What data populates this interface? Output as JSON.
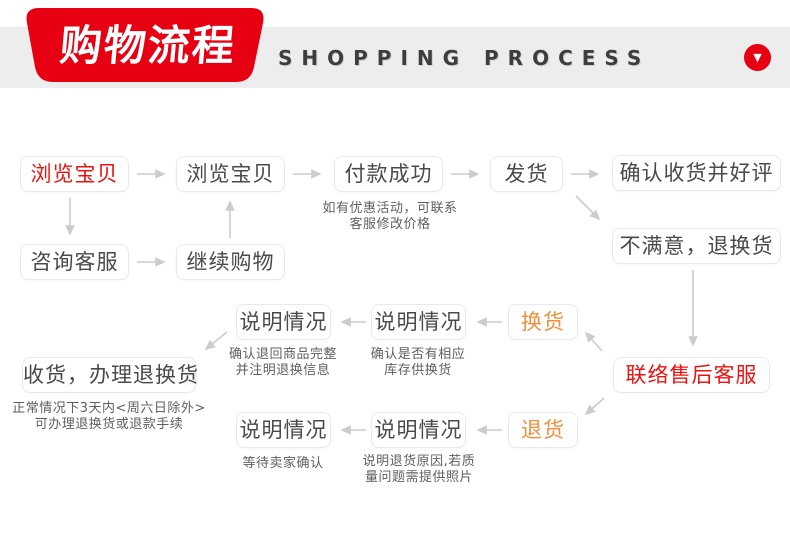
{
  "header": {
    "title": "购物流程",
    "subtitle": "SHOPPING PROCESS",
    "badge_icon": "▼"
  },
  "colors": {
    "brand_red": "#e60012",
    "emphasis_red": "#ed1111",
    "accent_orange": "#f0903f",
    "arrow_gray": "#cccccc",
    "header_bar_gray": "#ededed",
    "box_border": "#e9e9e9",
    "box_text": "#4a4a4a",
    "note_text": "#5f5f5f"
  },
  "flow": {
    "boxes": [
      {
        "label": "浏览宝贝",
        "emphasis": "red"
      },
      {
        "label": "浏览宝贝",
        "emphasis": "none"
      },
      {
        "label": "付款成功",
        "emphasis": "none"
      },
      {
        "label": "发货",
        "emphasis": "none"
      },
      {
        "label": "确认收货并好评",
        "emphasis": "none"
      },
      {
        "label": "咨询客服",
        "emphasis": "none"
      },
      {
        "label": "继续购物",
        "emphasis": "none"
      },
      {
        "label": "不满意，退换货",
        "emphasis": "none"
      },
      {
        "label": "联络售后客服",
        "emphasis": "red"
      },
      {
        "label": "说明情况",
        "emphasis": "none"
      },
      {
        "label": "说明情况",
        "emphasis": "none"
      },
      {
        "label": "换货",
        "emphasis": "orange"
      },
      {
        "label": "收货，办理退换货",
        "emphasis": "none"
      },
      {
        "label": "说明情况",
        "emphasis": "none"
      },
      {
        "label": "说明情况",
        "emphasis": "none"
      },
      {
        "label": "退货",
        "emphasis": "orange"
      }
    ],
    "notes": [
      {
        "text": "如有优惠活动，可联系\n客服修改价格"
      },
      {
        "text": "确认退回商品完整\n并注明退换信息"
      },
      {
        "text": "确认是否有相应\n库存供换货"
      },
      {
        "text": "正常情况下3天内<周六日除外>\n可办理退换货或退款手续"
      },
      {
        "text": "等待卖家确认"
      },
      {
        "text": "说明退货原因,若质\n量问题需提供照片"
      }
    ]
  }
}
